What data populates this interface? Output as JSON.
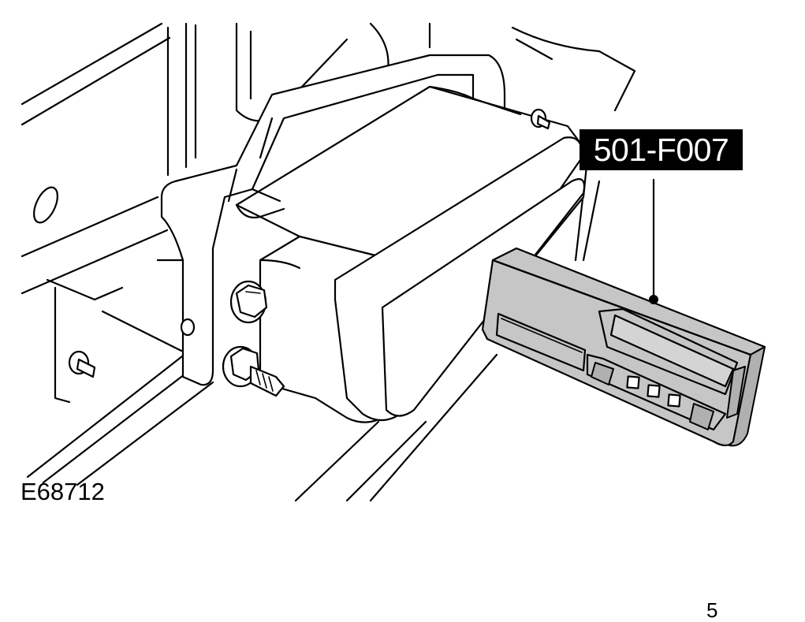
{
  "figure": {
    "tool_label": "501-F007",
    "figure_id": "E68712",
    "page_mark": "5"
  },
  "colors": {
    "line": "#000000",
    "tool_fill": "#c6c6c6",
    "label_bg": "#000000",
    "label_text": "#ffffff"
  }
}
